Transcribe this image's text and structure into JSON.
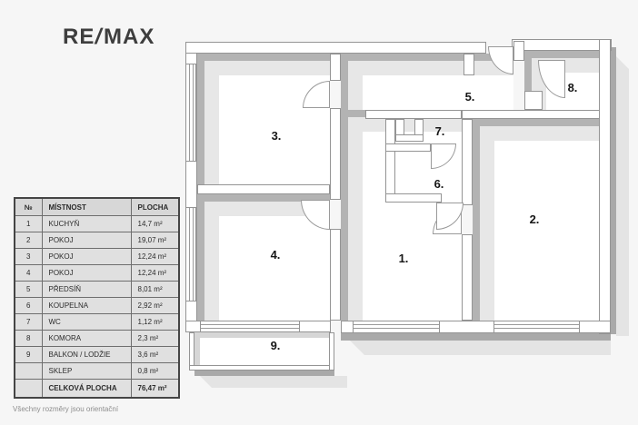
{
  "logo": {
    "re": "RE",
    "slash": "/",
    "max": "MAX"
  },
  "plan": {
    "rooms": [
      {
        "label": "1."
      },
      {
        "label": "2."
      },
      {
        "label": "3."
      },
      {
        "label": "4."
      },
      {
        "label": "5."
      },
      {
        "label": "6."
      },
      {
        "label": "7."
      },
      {
        "label": "8."
      },
      {
        "label": "9."
      }
    ]
  },
  "table": {
    "header": {
      "num": "№",
      "room": "MÍSTNOST",
      "area": "PLOCHA"
    },
    "rows": [
      {
        "num": "1",
        "room": "KUCHYŇ",
        "area": "14,7 m²"
      },
      {
        "num": "2",
        "room": "POKOJ",
        "area": "19,07 m²"
      },
      {
        "num": "3",
        "room": "POKOJ",
        "area": "12,24 m²"
      },
      {
        "num": "4",
        "room": "POKOJ",
        "area": "12,24 m²"
      },
      {
        "num": "5",
        "room": "PŘEDSÍŇ",
        "area": "8,01 m²"
      },
      {
        "num": "6",
        "room": "KOUPELNA",
        "area": "2,92 m²"
      },
      {
        "num": "7",
        "room": "WC",
        "area": "1,12 m²"
      },
      {
        "num": "8",
        "room": "KOMORA",
        "area": "2,3 m²"
      },
      {
        "num": "9",
        "room": "BALKON / LODŽIE",
        "area": "3,6 m²"
      },
      {
        "num": "",
        "room": "SKLEP",
        "area": "0,8 m²"
      }
    ],
    "total": {
      "num": "",
      "room": "CELKOVÁ PLOCHA",
      "area": "76,47 m²"
    }
  },
  "footer": {
    "note": "Všechny rozměry jsou orientační"
  },
  "colors": {
    "wall_outline": "#949494",
    "shadow_dark": "#a9a9a9",
    "shadow_light": "#e4e4e4",
    "table_cell": "#e0e0e0",
    "logo": "#3e3e3e"
  }
}
